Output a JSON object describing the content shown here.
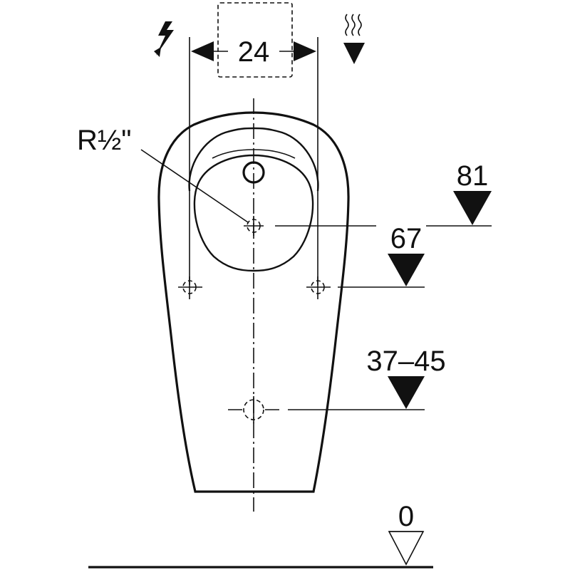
{
  "dimensions": {
    "width_spacing": "24",
    "thread": "R½\"",
    "level_top": "81",
    "level_fixing": "67",
    "level_waste": "37–45",
    "level_floor": "0"
  },
  "icons": {
    "electrical": "lightning-icon",
    "hot_water": "hot-water-supply-icon"
  }
}
